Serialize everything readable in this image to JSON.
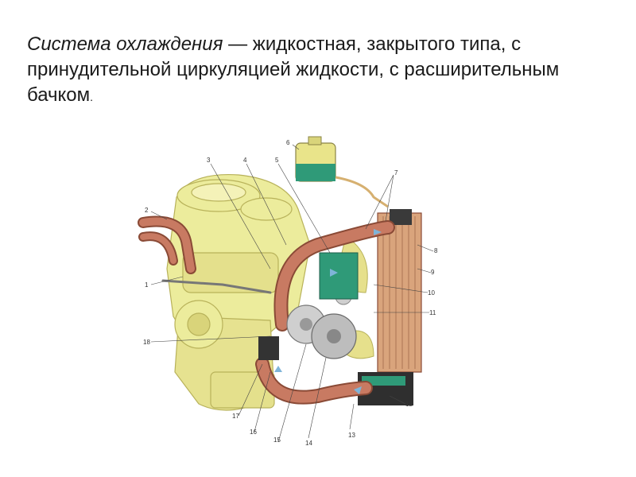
{
  "heading": {
    "term": "Система охлаждения",
    "rest": " — жидкостная, закрытого типа, с принудительной циркуляцией жидкости, с расширительным бачком",
    "end": "."
  },
  "diagram": {
    "labels": [
      "1",
      "2",
      "3",
      "4",
      "5",
      "6",
      "7",
      "8",
      "9",
      "10",
      "11",
      "12",
      "13",
      "14",
      "15",
      "16",
      "17",
      "18"
    ],
    "colors": {
      "engine": "#ecec9c",
      "engine_line": "#b8b25a",
      "hose": "#c87a62",
      "hose_line": "#8a4a36",
      "radiator": "#d9a47c",
      "coolant": "#2f9a78",
      "tank": "#e9e48a",
      "arrow": "#7fb4d8",
      "leader": "#444444"
    }
  }
}
